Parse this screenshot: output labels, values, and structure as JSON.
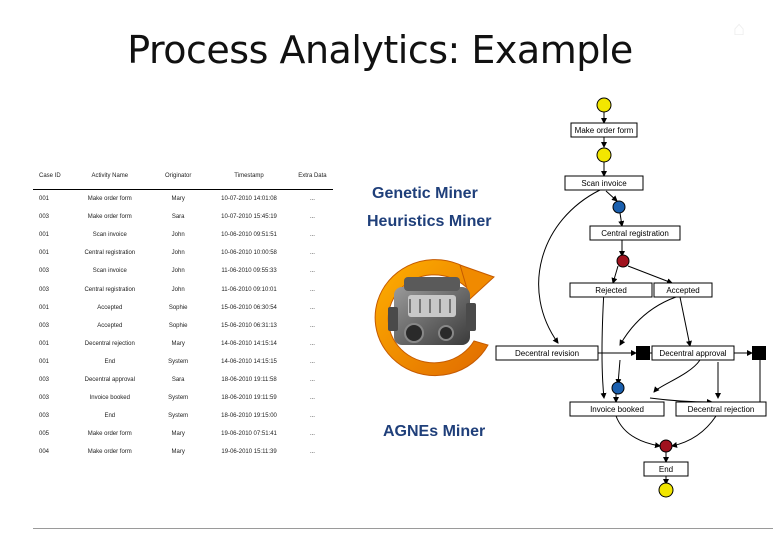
{
  "title": "Process Analytics: Example",
  "table": {
    "headers": [
      "Case ID",
      "Activity Name",
      "Originator",
      "Timestamp",
      "Extra Data"
    ],
    "rows": [
      [
        "001",
        "Make order form",
        "Mary",
        "10-07-2010 14:01:08",
        "..."
      ],
      [
        "003",
        "Make order form",
        "Sara",
        "10-07-2010 15:45:19",
        "..."
      ],
      [
        "001",
        "Scan invoice",
        "John",
        "10-06-2010 09:51:51",
        "..."
      ],
      [
        "001",
        "Central registration",
        "John",
        "10-06-2010 10:00:58",
        "..."
      ],
      [
        "003",
        "Scan invoice",
        "John",
        "11-06-2010 09:55:33",
        "..."
      ],
      [
        "003",
        "Central registration",
        "John",
        "11-06-2010 09:10:01",
        "..."
      ],
      [
        "001",
        "Accepted",
        "Sophie",
        "15-06-2010 06:30:54",
        "..."
      ],
      [
        "003",
        "Accepted",
        "Sophie",
        "15-06-2010 06:31:13",
        "..."
      ],
      [
        "001",
        "Decentral rejection",
        "Mary",
        "14-06-2010 14:15:14",
        "..."
      ],
      [
        "001",
        "End",
        "System",
        "14-06-2010 14:15:15",
        "..."
      ],
      [
        "003",
        "Decentral approval",
        "Sara",
        "18-06-2010 19:11:58",
        "..."
      ],
      [
        "003",
        "Invoice booked",
        "System",
        "18-06-2010 19:11:59",
        "..."
      ],
      [
        "003",
        "End",
        "System",
        "18-06-2010 19:15:00",
        "..."
      ],
      [
        "005",
        "Make order form",
        "Mary",
        "19-06-2010 07:51:41",
        "..."
      ],
      [
        "004",
        "Make order form",
        "Mary",
        "19-06-2010 15:11:39",
        "..."
      ]
    ]
  },
  "miners": {
    "genetic": "Genetic Miner",
    "heuristics": "Heuristics Miner",
    "agnes": "AGNEs Miner"
  },
  "net": {
    "labels": {
      "make_order_form": "Make order form",
      "scan_invoice": "Scan invoice",
      "central_registration": "Central registration",
      "rejected": "Rejected",
      "accepted": "Accepted",
      "decentral_revision": "Decentral revision",
      "decentral_approval": "Decentral approval",
      "invoice_booked": "Invoice booked",
      "decentral_rejection": "Decentral rejection",
      "end": "End"
    },
    "colors": {
      "start_place": "#f2e600",
      "place_blue": "#1a5fae",
      "place_red": "#a0121e",
      "end_place": "#f2e600",
      "loop_arrow": "#f08a00"
    }
  }
}
